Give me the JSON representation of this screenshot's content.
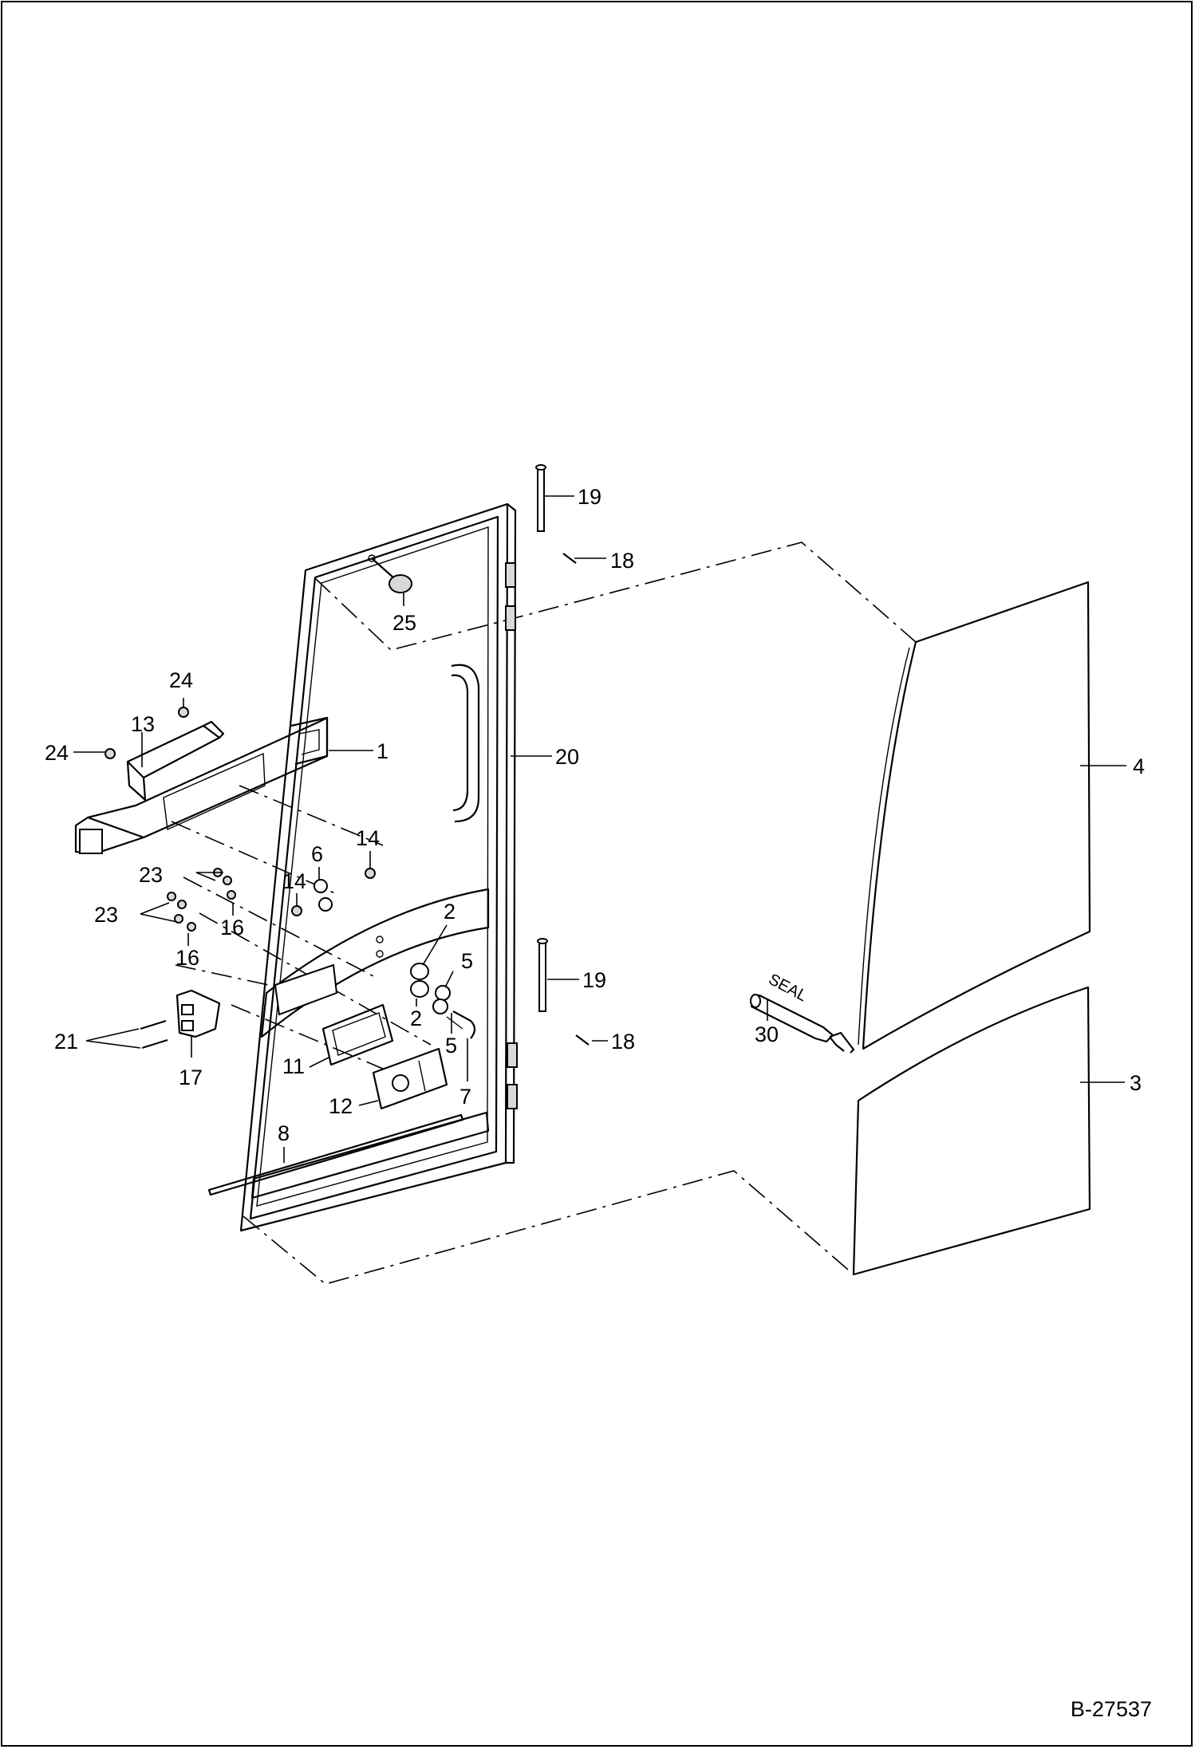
{
  "reference_code": "B-27537",
  "seal_text": "SEAL",
  "callouts": [
    {
      "id": "c-19-top",
      "text": "19"
    },
    {
      "id": "c-18-top",
      "text": "18"
    },
    {
      "id": "c-25",
      "text": "25"
    },
    {
      "id": "c-24-top",
      "text": "24"
    },
    {
      "id": "c-13",
      "text": "13"
    },
    {
      "id": "c-24-left",
      "text": "24"
    },
    {
      "id": "c-1",
      "text": "1"
    },
    {
      "id": "c-20",
      "text": "20"
    },
    {
      "id": "c-4",
      "text": "4"
    },
    {
      "id": "c-14-right",
      "text": "14"
    },
    {
      "id": "c-6",
      "text": "6"
    },
    {
      "id": "c-14-left",
      "text": "14"
    },
    {
      "id": "c-23-upper",
      "text": "23"
    },
    {
      "id": "c-16-upper",
      "text": "16"
    },
    {
      "id": "c-23-lower",
      "text": "23"
    },
    {
      "id": "c-16-lower",
      "text": "16"
    },
    {
      "id": "c-2-upper",
      "text": "2"
    },
    {
      "id": "c-5-upper",
      "text": "5"
    },
    {
      "id": "c-19-lower",
      "text": "19"
    },
    {
      "id": "c-2-lower",
      "text": "2"
    },
    {
      "id": "c-5-lower",
      "text": "5"
    },
    {
      "id": "c-30",
      "text": "30"
    },
    {
      "id": "c-18-lower",
      "text": "18"
    },
    {
      "id": "c-21",
      "text": "21"
    },
    {
      "id": "c-17",
      "text": "17"
    },
    {
      "id": "c-11",
      "text": "11"
    },
    {
      "id": "c-3",
      "text": "3"
    },
    {
      "id": "c-12",
      "text": "12"
    },
    {
      "id": "c-7",
      "text": "7"
    },
    {
      "id": "c-8",
      "text": "8"
    }
  ]
}
